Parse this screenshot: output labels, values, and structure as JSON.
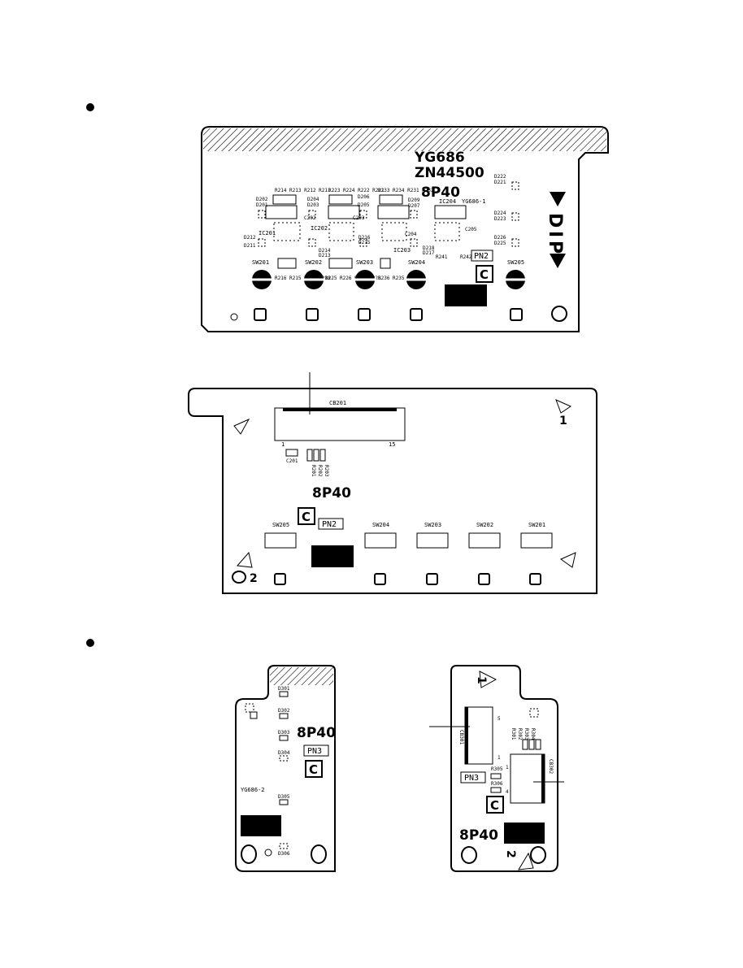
{
  "board1": {
    "model_line1": "YG686",
    "model_line2": "ZN44500",
    "marking": "8P40",
    "connector": "PN2",
    "mark_c": "C",
    "dip_letters": [
      "D",
      "I",
      "P"
    ],
    "switches": [
      "SW201",
      "SW202",
      "SW203",
      "SW204",
      "SW205"
    ],
    "ics": [
      "IC201",
      "IC202",
      "IC203",
      "IC204"
    ],
    "ic_label_right": "YG686-1",
    "resistor_groups": [
      "R214 R213 R212 R211",
      "R223 R224 R222 R221",
      "R233 R234 R231 R232",
      "R216 R215 R217 R218",
      "R225 R226 R227 R228",
      "R236 R235"
    ],
    "diodes": [
      "D202",
      "D201",
      "D204",
      "D203",
      "D206",
      "D205",
      "D209",
      "D207",
      "D212",
      "D211",
      "D214",
      "D213",
      "D216",
      "D215",
      "D218",
      "D217",
      "D222",
      "D221",
      "D224",
      "D223",
      "D226",
      "D225"
    ],
    "caps": [
      "C202",
      "C203",
      "C204",
      "C205"
    ],
    "misc": [
      "R241",
      "R242"
    ]
  },
  "board2": {
    "connector_ref": "CB201",
    "pin_start": "1",
    "pin_end": "15",
    "cap": "C201",
    "resistors": [
      "R201",
      "R202",
      "R203"
    ],
    "marking": "8P40",
    "mark_c": "C",
    "connector": "PN2",
    "switches": [
      "SW205",
      "SW204",
      "SW203",
      "SW202",
      "SW201"
    ],
    "corner_1": "1",
    "corner_2": "2"
  },
  "board3": {
    "diodes": [
      "D301",
      "D302",
      "D303",
      "D304",
      "D305",
      "D306"
    ],
    "marking": "8P40",
    "connector": "PN3",
    "mark_c": "C",
    "label": "YG686-2"
  },
  "board4": {
    "corner_1": "1",
    "corner_2": "2",
    "connectors": [
      "CB301",
      "CB302"
    ],
    "pins": [
      "5",
      "1",
      "1",
      "4"
    ],
    "resistors": [
      "R301",
      "R302",
      "R303",
      "R304",
      "R305",
      "R306"
    ],
    "connector": "PN3",
    "mark_c": "C",
    "marking": "8P40"
  }
}
